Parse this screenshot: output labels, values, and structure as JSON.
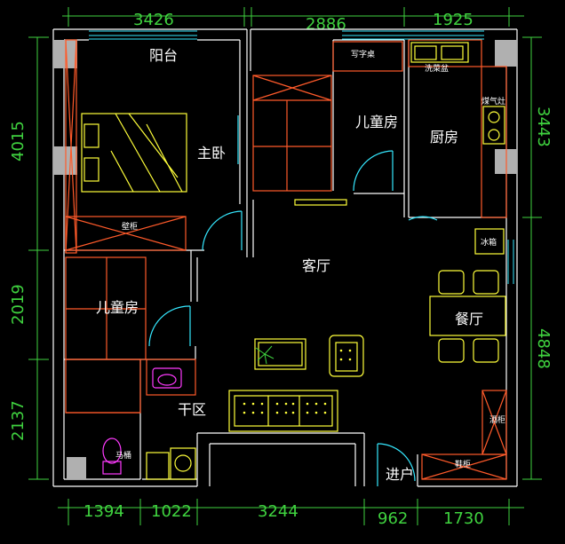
{
  "dimensions": {
    "top": [
      "3426",
      "2886",
      "1925"
    ],
    "bottom": [
      "1394",
      "1022",
      "3244",
      "962",
      "1730"
    ],
    "left": [
      "4015",
      "2019",
      "2137"
    ],
    "right": [
      "3443",
      "4848"
    ]
  },
  "rooms": {
    "balcony": "阳台",
    "master_bedroom": "主卧",
    "kids_room_right": "儿童房",
    "kitchen": "厨房",
    "living_room": "客厅",
    "kids_room_left": "儿童房",
    "dining_room": "餐厅",
    "dry_area": "干区",
    "entrance": "进户"
  },
  "fixtures": {
    "desk": "写字桌",
    "sink": "洗菜盆",
    "gas_stove": "煤气灶",
    "wardrobe": "壁柜",
    "fridge": "冰箱",
    "wine_cabinet": "酒柜",
    "toilet": "马桶",
    "shoe_cabinet": "鞋柜"
  },
  "colors": {
    "background": "#000000",
    "wall": "#ffffff",
    "dimension": "#3fd23f",
    "furniture": "#ff5a2a",
    "fixture": "#ffff3a",
    "door": "#35e8ff",
    "sanitary": "#ff3aff",
    "column": "#b0b0b0"
  }
}
